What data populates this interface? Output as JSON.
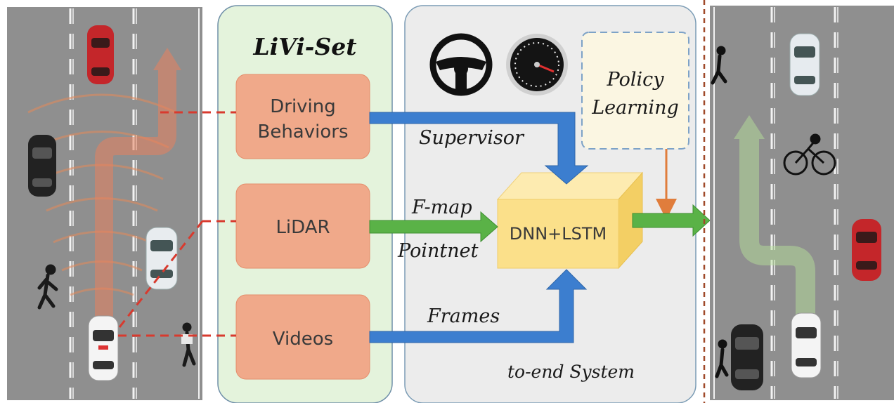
{
  "dataset": {
    "title": "LiVi-Set"
  },
  "inputs": [
    {
      "line1": "Driving",
      "line2": "Behaviors"
    },
    {
      "line1": "LiDAR"
    },
    {
      "line1": "Videos"
    }
  ],
  "flows": {
    "supervisor": "Supervisor",
    "fmap": "F-map",
    "pointnet": "Pointnet",
    "frames": "Frames"
  },
  "core": {
    "label": "DNN+LSTM"
  },
  "policy": {
    "line1": "Policy",
    "line2": "Learning"
  },
  "system": {
    "label": "to-end System"
  },
  "colors": {
    "road": "#8f8f8f",
    "dataset_panel": "#e4f3dc",
    "system_panel": "#ececec",
    "input_box": "#f0a98a",
    "core_box": "#fbe08a",
    "policy_box": "#fbf6e2",
    "blue_arrow": "#3c7ecf",
    "green_arrow": "#5ab247",
    "red_dash": "#d83a2e"
  }
}
